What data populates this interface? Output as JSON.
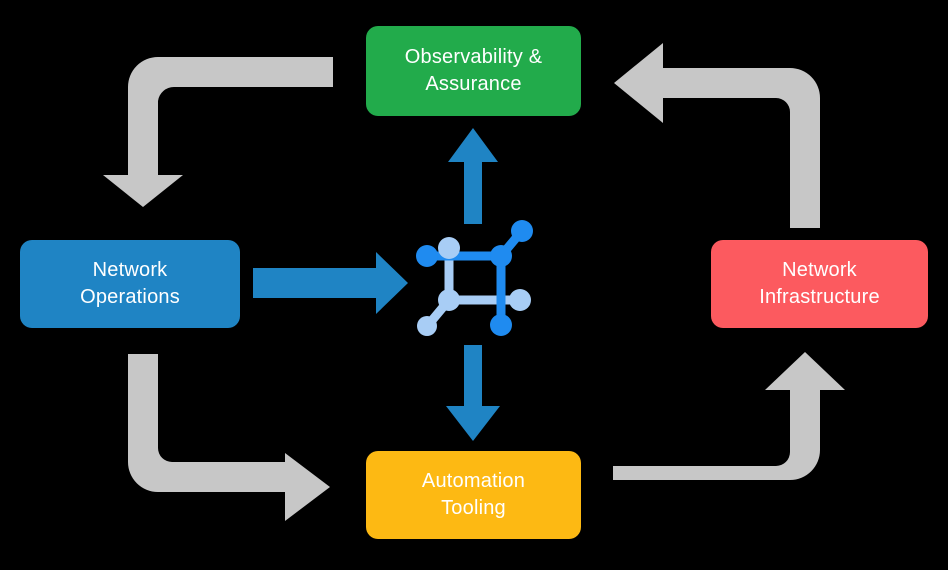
{
  "diagram": {
    "title": "Network operations lifecycle cycle diagram",
    "background_color": "#000000",
    "boxes": [
      {
        "id": "observability",
        "label": "Observability &\nAssurance",
        "color": "#22ab4b",
        "text_color": "#ffffff",
        "position": "top"
      },
      {
        "id": "network-operations",
        "label": "Network\nOperations",
        "color": "#1f84c4",
        "text_color": "#ffffff",
        "position": "left"
      },
      {
        "id": "network-infrastructure",
        "label": "Network\nInfrastructure",
        "color": "#fc5a5f",
        "text_color": "#ffffff",
        "position": "right"
      },
      {
        "id": "automation-tooling",
        "label": "Automation\nTooling",
        "color": "#fdb913",
        "text_color": "#ffffff",
        "position": "bottom"
      }
    ],
    "center_icon": {
      "name": "network-topology-icon",
      "dark_color": "#1f8bf0",
      "light_color": "#a8cdf5"
    },
    "blue_arrows": [
      {
        "id": "center-to-observability",
        "direction": "up",
        "color": "#1f84c4"
      },
      {
        "id": "center-to-automation-tooling",
        "direction": "down",
        "color": "#1f84c4"
      },
      {
        "id": "network-operations-to-center",
        "direction": "right",
        "color": "#1f84c4"
      }
    ],
    "gray_arrows": [
      {
        "id": "observability-to-network-operations",
        "color": "#c7c7c7",
        "path": "left-then-down"
      },
      {
        "id": "network-operations-to-automation-tooling",
        "color": "#c7c7c7",
        "path": "down-then-right"
      },
      {
        "id": "automation-tooling-to-network-infrastructure",
        "color": "#c7c7c7",
        "path": "right-then-up"
      },
      {
        "id": "network-infrastructure-to-observability",
        "color": "#c7c7c7",
        "path": "up-then-left"
      }
    ]
  }
}
